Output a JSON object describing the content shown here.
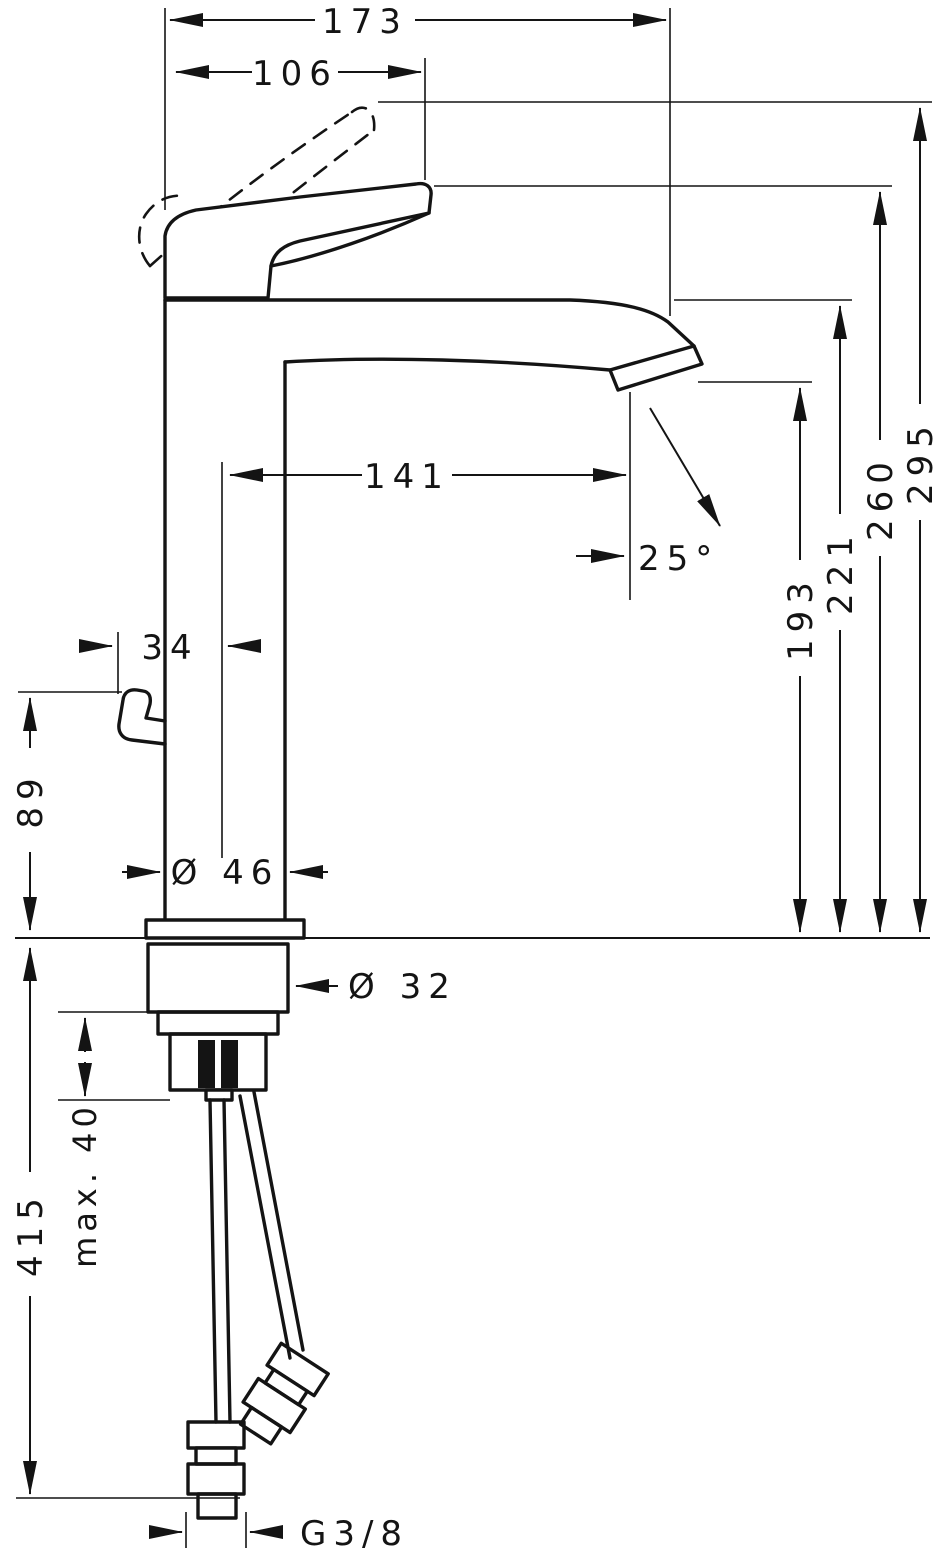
{
  "drawing": {
    "type": "faucet-installation-dimension-drawing",
    "line_color": "#141414",
    "background": "#ffffff",
    "labels": {
      "total_width": "173",
      "handle_width": "106",
      "spout_reach": "141",
      "spout_angle": "25°",
      "handle_offset": "34",
      "side_height": "89",
      "base_diameter": "Ø 46",
      "shank_diameter": "Ø 32",
      "max_deck_thickness": "max. 40",
      "hose_length": "415",
      "thread_size": "G3/8",
      "height_spout_underside": "193",
      "height_spout_top": "221",
      "height_handle": "260",
      "height_handle_raised": "295"
    }
  }
}
